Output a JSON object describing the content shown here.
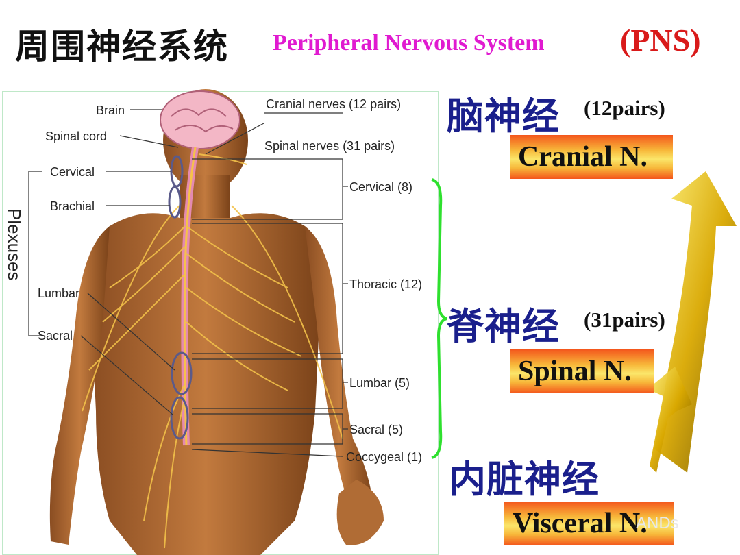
{
  "title": {
    "chinese": "周围神经系统",
    "english": "Peripheral Nervous System",
    "abbr": "(PNS)"
  },
  "figure": {
    "labels_left": {
      "brain": "Brain",
      "spinal_cord": "Spinal cord",
      "cervical": "Cervical",
      "brachial": "Brachial",
      "lumbar": "Lumbar",
      "sacral": "Sacral",
      "plexuses": "Plexuses"
    },
    "labels_right": {
      "cranial_nerves": "Cranial nerves (12 pairs)",
      "spinal_nerves": "Spinal nerves (31 pairs)",
      "cervical": "Cervical (8)",
      "thoracic": "Thoracic (12)",
      "lumbar": "Lumbar (5)",
      "sacral": "Sacral (5)",
      "coccygeal": "Coccygeal (1)"
    }
  },
  "categories": {
    "cranial": {
      "chinese": "脑神经",
      "pairs": "(12pairs)",
      "english": "Cranial N."
    },
    "spinal": {
      "chinese": "脊神经",
      "pairs": "(31pairs)",
      "english": "Spinal N."
    },
    "visceral": {
      "chinese": "内脏神经",
      "english": "Visceral N."
    }
  },
  "watermark": "ANDs",
  "colors": {
    "title_en": "#e01ad0",
    "title_abbr": "#d91a1a",
    "category_cn": "#1a1f8c",
    "brace": "#2ee02e",
    "box_edge": "#f4561c",
    "box_mid": "#fbe66a"
  }
}
